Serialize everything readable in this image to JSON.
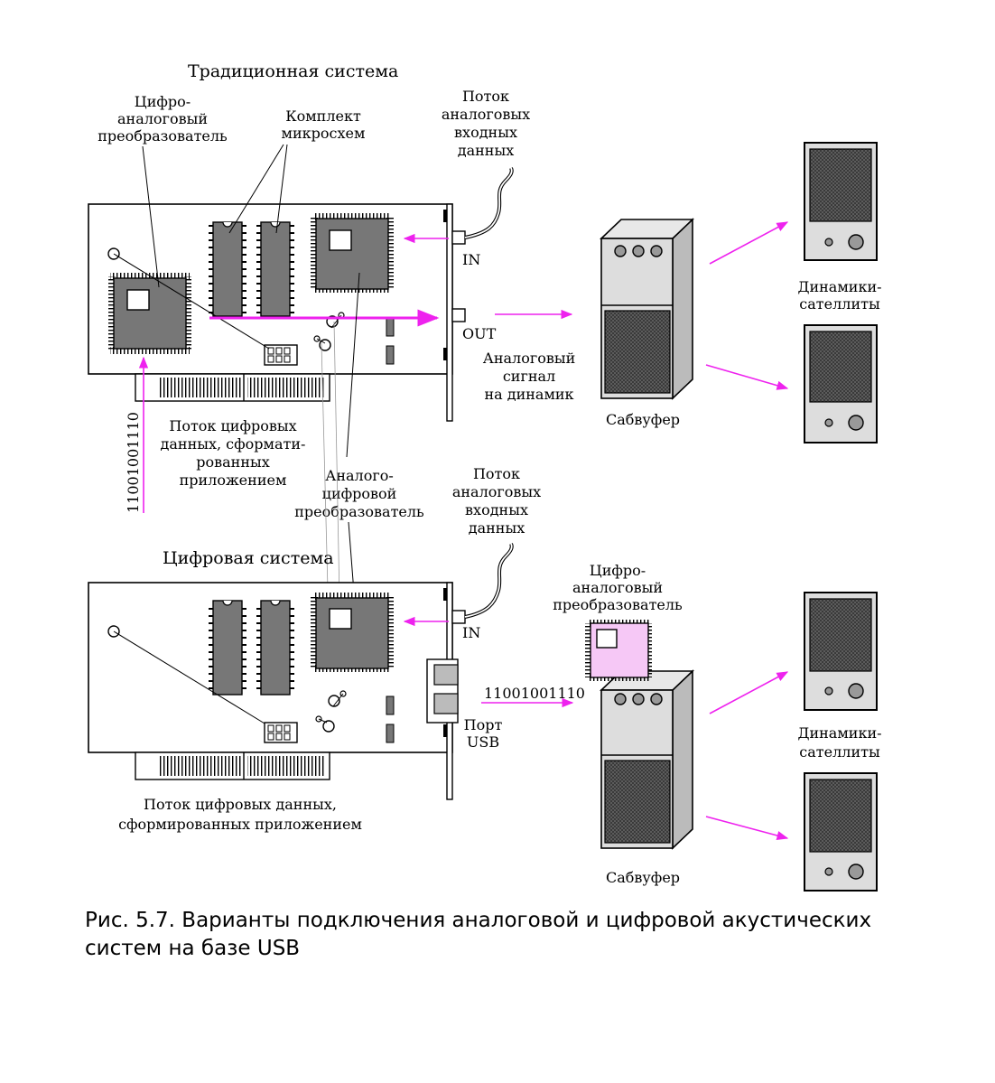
{
  "colors": {
    "accent": "#ee22ee",
    "chip": "#777777",
    "pink_chip": "#f6c8f6",
    "grey_panel": "#dddddd"
  },
  "top": {
    "title": "Традиционная система",
    "dac_label": [
      "Цифро-",
      "аналоговый",
      "преобразователь"
    ],
    "chipset_label": [
      "Комплект",
      "микросхем"
    ],
    "analog_in_label": [
      "Поток",
      "аналоговых",
      "входных",
      "данных"
    ],
    "port_in": "IN",
    "port_out": "OUT",
    "analog_signal_label": [
      "Аналоговый",
      "сигнал",
      "на динамик"
    ],
    "subwoofer": "Сабвуфер",
    "satellites": [
      "Динамики-",
      "сателлиты"
    ],
    "digital_stream_label": [
      "Поток цифровых",
      "данных, сформати-",
      "рованных",
      "приложением"
    ],
    "binary": "11001001110"
  },
  "middle": {
    "adc_label": [
      "Аналого-",
      "цифровой",
      "преобразователь"
    ],
    "analog_in_label": [
      "Поток",
      "аналоговых",
      "входных",
      "данных"
    ]
  },
  "bottom": {
    "title": "Цифровая система",
    "dac_label": [
      "Цифро-",
      "аналоговый",
      "преобразователь"
    ],
    "port_in": "IN",
    "usb_label": [
      "Порт",
      "USB"
    ],
    "binary": "11001001110",
    "satellites": [
      "Динамики-",
      "сателлиты"
    ],
    "subwoofer": "Сабвуфер",
    "digital_stream_label": [
      "Поток цифровых данных,",
      "сформированных приложением"
    ]
  },
  "caption": [
    "Рис. 5.7. Варианты подключения аналоговой и цифровой акустических",
    "систем на базе USB"
  ]
}
